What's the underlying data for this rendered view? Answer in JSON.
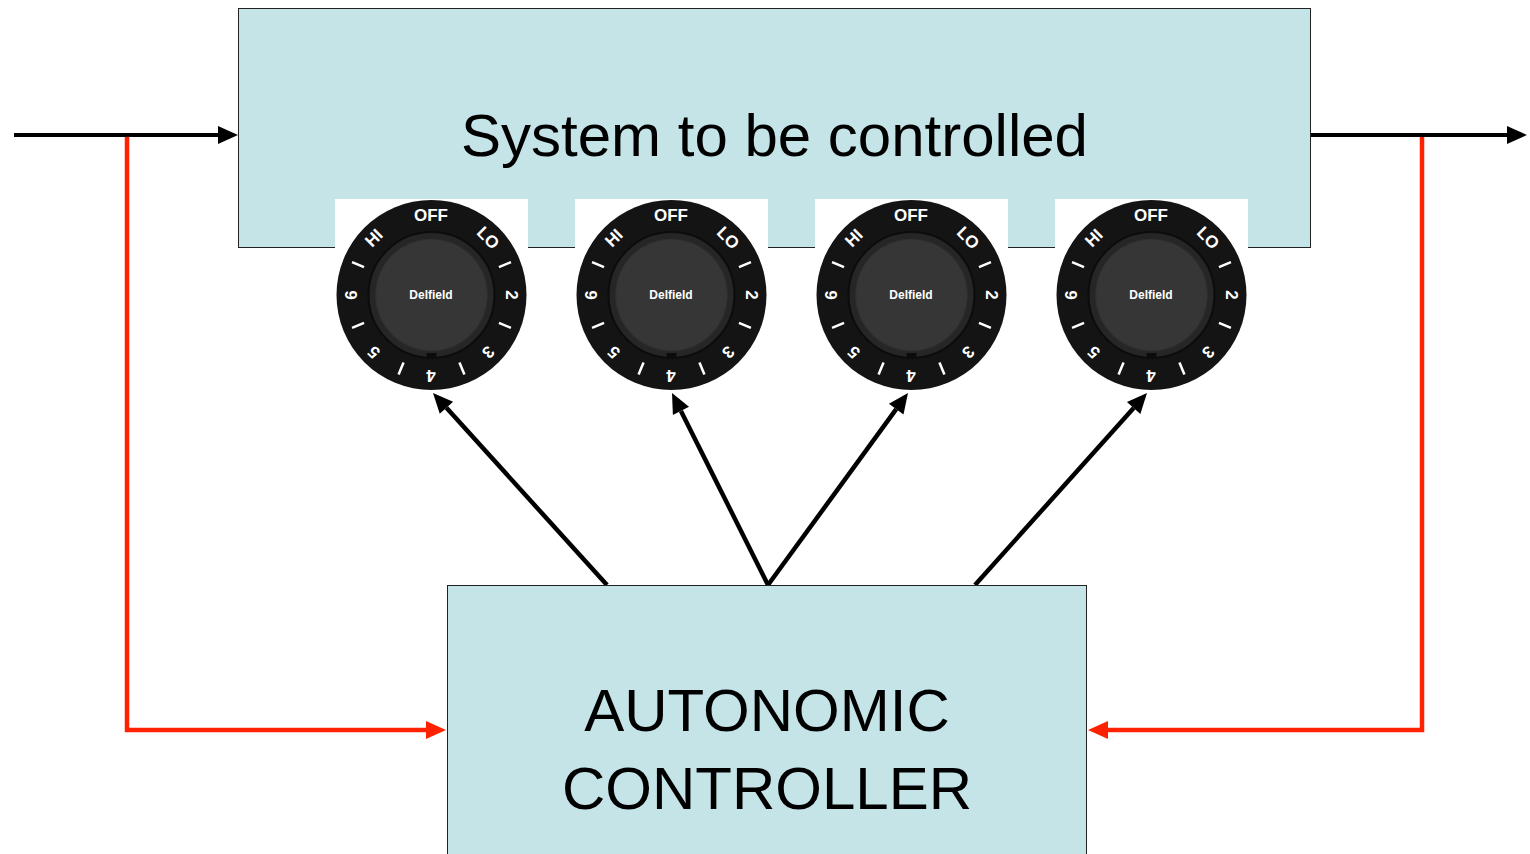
{
  "diagram": {
    "nodes": [
      {
        "text": [
          "System to be controlled"
        ]
      },
      {
        "text": [
          "OFF",
          "LO",
          "2",
          "3",
          "4",
          "5",
          "6",
          "HI",
          "Delfield"
        ]
      },
      {
        "text": [
          "OFF",
          "LO",
          "2",
          "3",
          "4",
          "5",
          "6",
          "HI",
          "Delfield"
        ]
      },
      {
        "text": [
          "OFF",
          "LO",
          "2",
          "3",
          "4",
          "5",
          "6",
          "HI",
          "Delfield"
        ]
      },
      {
        "text": [
          "OFF",
          "LO",
          "2",
          "3",
          "4",
          "5",
          "6",
          "HI",
          "Delfield"
        ]
      },
      {
        "text": [
          "AUTONOMIC CONTROLLER"
        ]
      }
    ],
    "edges": [
      {
        "from": 5,
        "to": 1,
        "arrow": "to"
      },
      {
        "from": 5,
        "to": 2,
        "arrow": "to"
      },
      {
        "from": 5,
        "to": 3,
        "arrow": "to"
      },
      {
        "from": 5,
        "to": 4,
        "arrow": "to"
      }
    ]
  }
}
